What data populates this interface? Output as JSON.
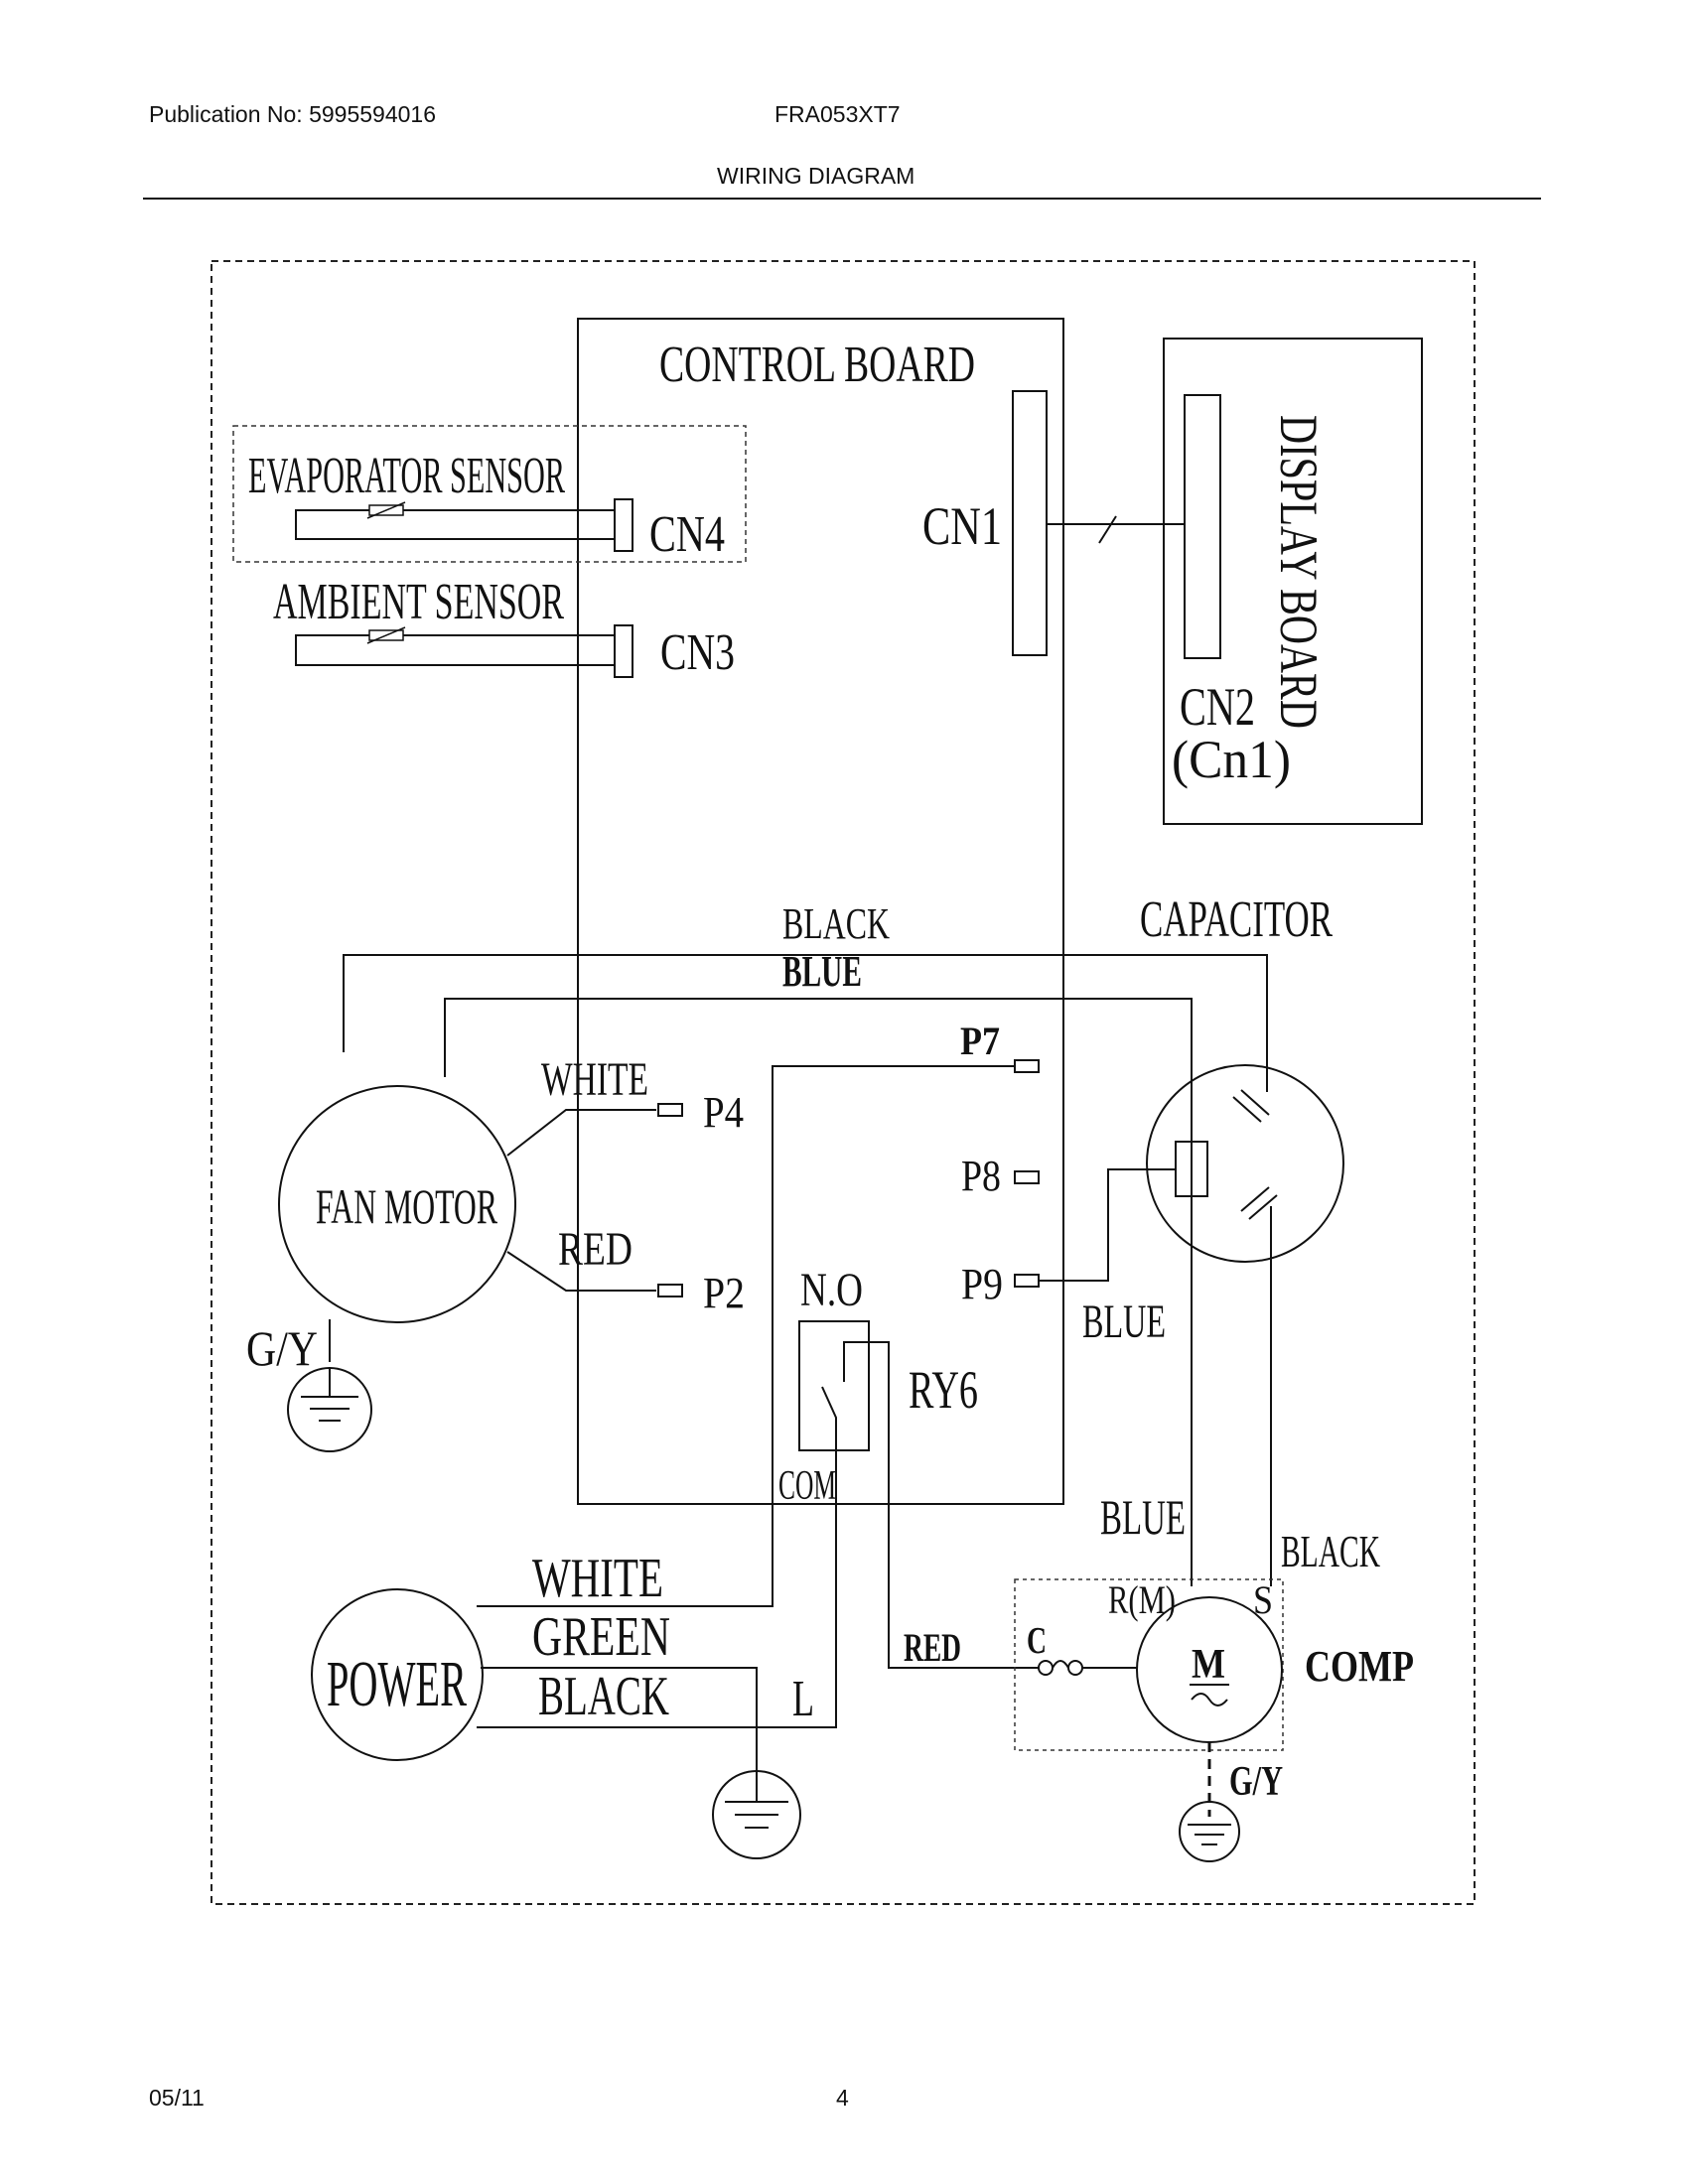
{
  "header": {
    "publication": "Publication No: 5995594016",
    "model": "FRA053XT7",
    "title": "WIRING DIAGRAM"
  },
  "footer": {
    "date": "05/11",
    "page": "4"
  },
  "diagram": {
    "control_board": "CONTROL BOARD",
    "display_board": "DISPLAY BOARD",
    "evaporator_sensor": "EVAPORATOR SENSOR",
    "ambient_sensor": "AMBIENT SENSOR",
    "cn1": "CN1",
    "cn2": "CN2",
    "cn2_alt": "(Cn1)",
    "cn3": "CN3",
    "cn4": "CN4",
    "capacitor": "CAPACITOR",
    "fan_motor": "FAN MOTOR",
    "power": "POWER",
    "comp": "COMP",
    "motor_symbol": "M",
    "p2": "P2",
    "p4": "P4",
    "p7": "P7",
    "p8": "P8",
    "p9": "P9",
    "relay": "RY6",
    "relay_no": "N.O",
    "relay_com": "COM",
    "wire_black_top": "BLACK",
    "wire_blue_top": "BLUE",
    "wire_white_fan": "WHITE",
    "wire_red_fan": "RED",
    "wire_blue_p9": "BLUE",
    "wire_blue_comp": "BLUE",
    "wire_black_comp": "BLACK",
    "wire_white_power": "WHITE",
    "wire_green_power": "GREEN",
    "wire_black_power": "BLACK",
    "wire_red_comp": "RED",
    "line_l": "L",
    "gy_fan": "G/Y",
    "gy_comp": "G/Y",
    "comp_c": "C",
    "comp_r": "R(M)",
    "comp_s": "S"
  }
}
